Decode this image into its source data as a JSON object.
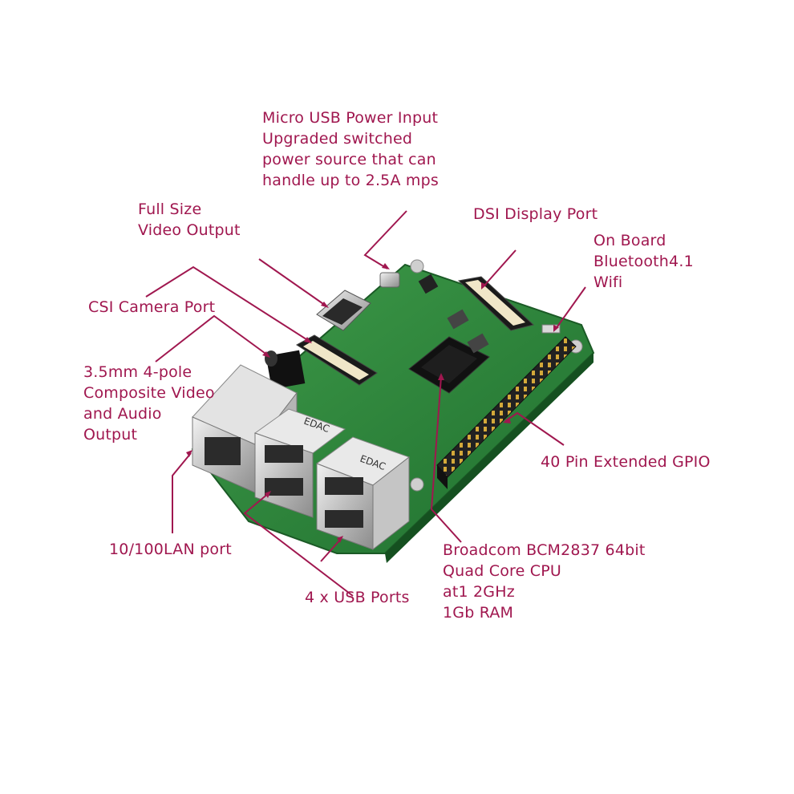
{
  "diagram": {
    "label_color": "#a0174f",
    "board_color": "#2e8b3e",
    "labels": {
      "micro_usb": [
        "Micro USB Power Input",
        "Upgraded switched",
        "power source that can",
        "handle up to 2.5A mps"
      ],
      "full_size_video": [
        "Full Size",
        "Video Output"
      ],
      "dsi": [
        "DSI Display Port"
      ],
      "bluetooth": [
        "On Board",
        "Bluetooth4.1",
        "Wifi"
      ],
      "csi": [
        "CSI Camera Port"
      ],
      "audio": [
        "3.5mm 4-pole",
        "Composite Video",
        "and Audio",
        "Output"
      ],
      "gpio": [
        "40 Pin Extended GPIO"
      ],
      "lan": [
        "10/100LAN port"
      ],
      "usb": [
        "4 x USB Ports"
      ],
      "cpu": [
        "Broadcom BCM2837 64bit",
        "Quad Core CPU",
        "at1  2GHz",
        "1Gb RAM"
      ]
    },
    "board_marks": {
      "usb_brand": "EDAC"
    }
  }
}
